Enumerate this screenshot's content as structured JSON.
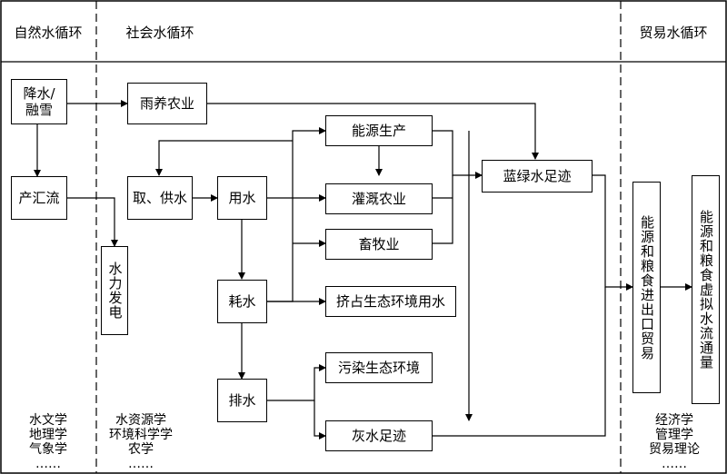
{
  "headers": {
    "natural": "自然水循环",
    "social": "社会水循环",
    "trade": "贸易水循环"
  },
  "nodes": {
    "precip_line1": "降水/",
    "precip_line2": "融雪",
    "runoff": "产汇流",
    "hydropower": "水力发电",
    "rainfed_ag": "雨养农业",
    "intake": "取、供水",
    "water_use": "用水",
    "consumption": "耗水",
    "drainage": "排水",
    "energy_prod": "能源生产",
    "irrigation": "灌溉农业",
    "livestock": "畜牧业",
    "eco_occupy": "挤占生态环境用水",
    "pollution": "污染生态环境",
    "grey_fp": "灰水足迹",
    "bluegreen_fp": "蓝绿水足迹",
    "trade_io": "能源和粮食进出口贸易",
    "virtual_flow": "能源和粮食虚拟水流通量"
  },
  "notes": {
    "natural": [
      "水文学",
      "地理学",
      "气象学",
      "……"
    ],
    "social": [
      "水资源学",
      "环境科学学",
      "农学",
      "……"
    ],
    "trade": [
      "经济学",
      "管理学",
      "贸易理论",
      "……"
    ]
  }
}
